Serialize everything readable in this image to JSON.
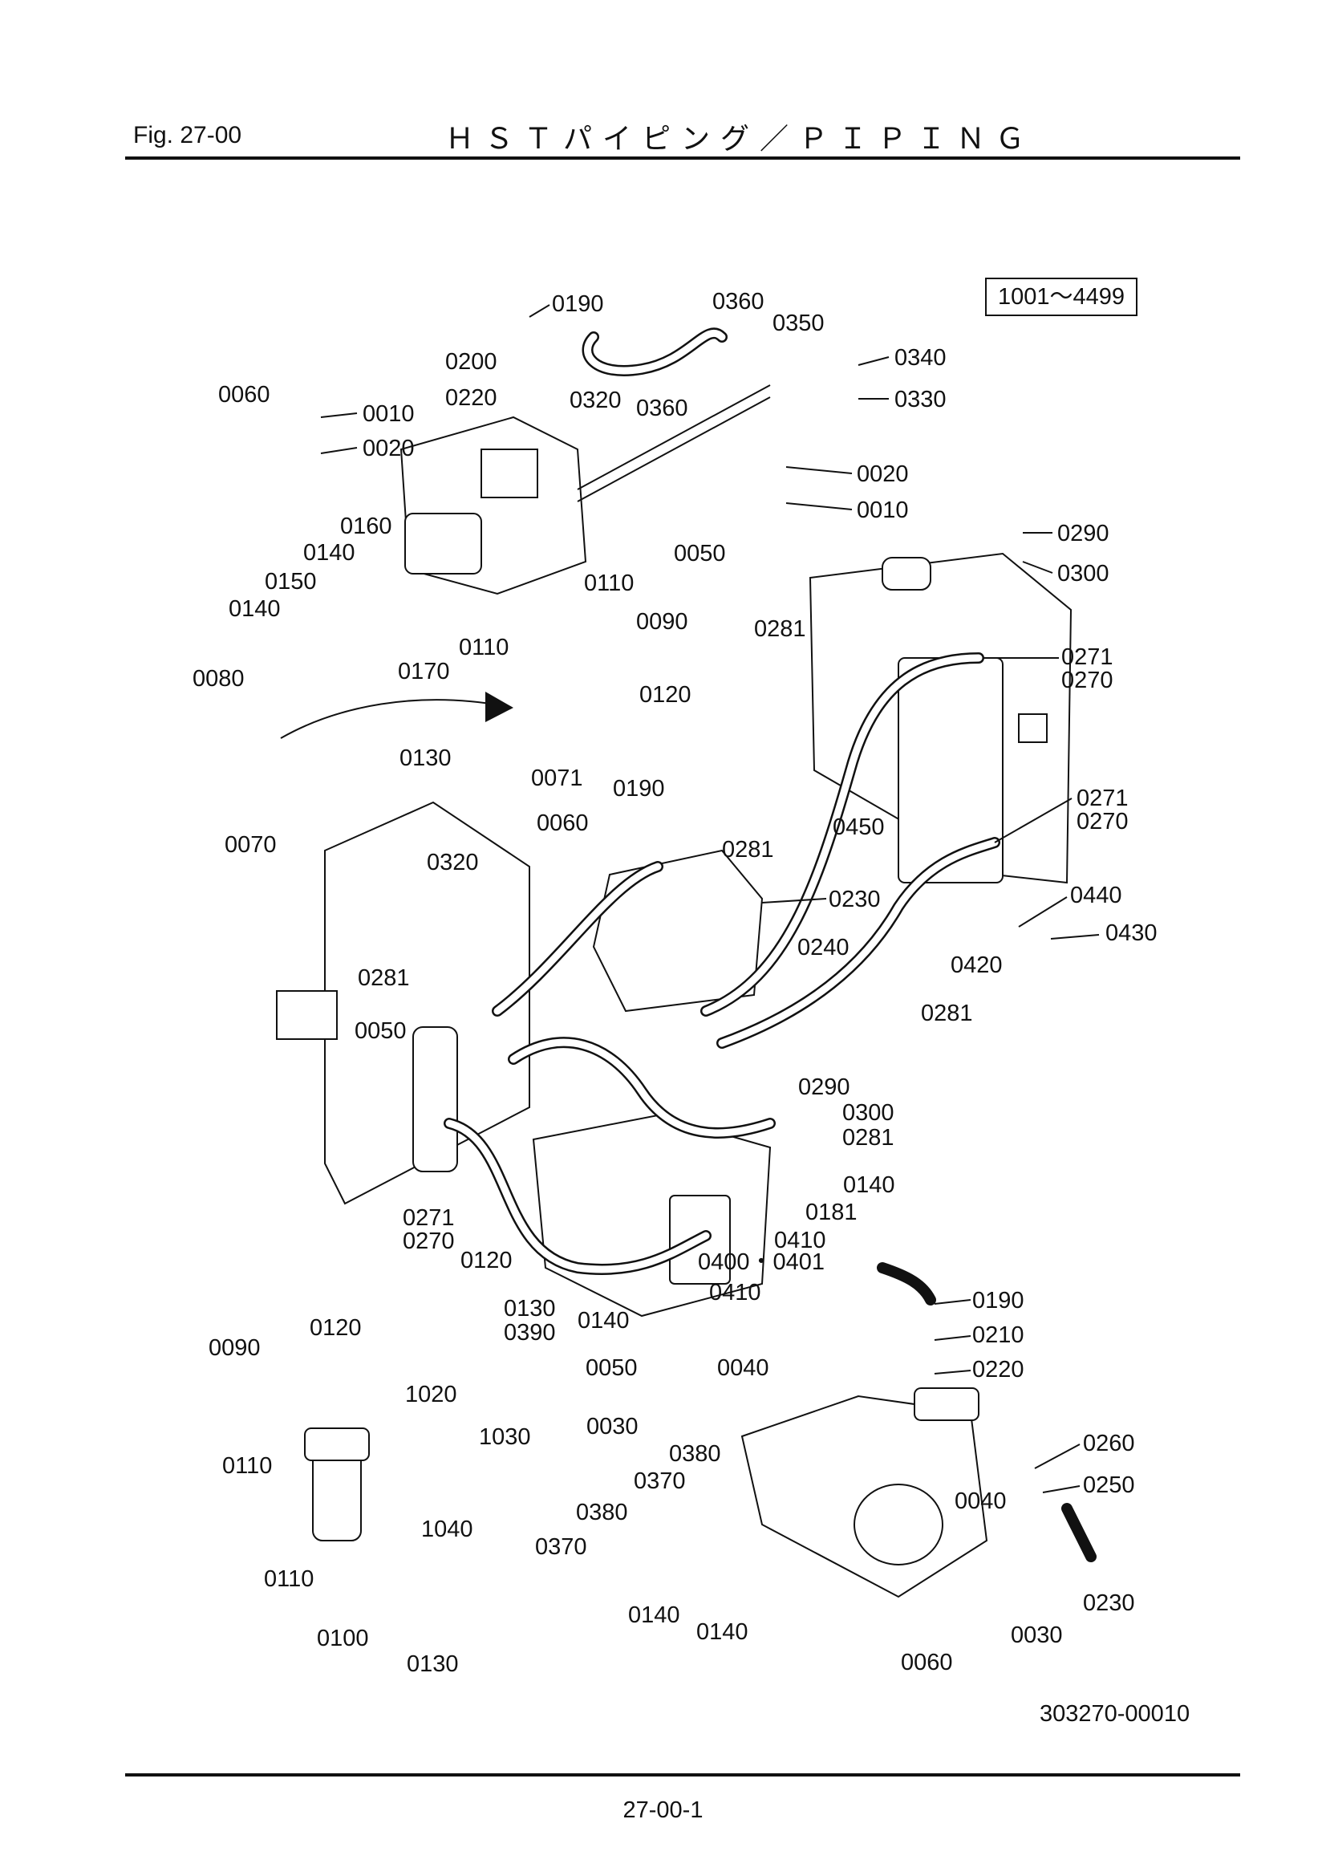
{
  "header": {
    "fig_label": "Fig.  27-00",
    "title": "ＨＳＴパイピング／ＰＩＰＩＮＧ"
  },
  "serial_range": "1001～4499",
  "drawing_number": "303270-00010",
  "page_number": "27-00-1",
  "callouts": [
    "0190",
    "0360",
    "0350",
    "0340",
    "0200",
    "0220",
    "0320",
    "0360",
    "0330",
    "0060",
    "0010",
    "0020",
    "0020",
    "0010",
    "0160",
    "0140",
    "0050",
    "0150",
    "0110",
    "0290",
    "0300",
    "0140",
    "0090",
    "0281",
    "0271",
    "0270",
    "0170",
    "0110",
    "0080",
    "0120",
    "0130",
    "0071",
    "0190",
    "0060",
    "0271",
    "0270",
    "0450",
    "0070",
    "0320",
    "0281",
    "0230",
    "0440",
    "0240",
    "0430",
    "0420",
    "0281",
    "0281",
    "0050",
    "0290",
    "0300",
    "0281",
    "0140",
    "0181",
    "0271",
    "0410",
    "0270",
    "0120",
    "0400・0401",
    "0410",
    "0130",
    "0190",
    "0390",
    "0140",
    "0210",
    "0120",
    "0090",
    "0050",
    "0040",
    "0220",
    "1020",
    "0030",
    "0380",
    "0260",
    "1030",
    "0370",
    "0250",
    "0110",
    "0040",
    "1040",
    "0380",
    "0370",
    "0110",
    "0140",
    "0140",
    "0230",
    "0100",
    "0030",
    "0060",
    "0130"
  ]
}
